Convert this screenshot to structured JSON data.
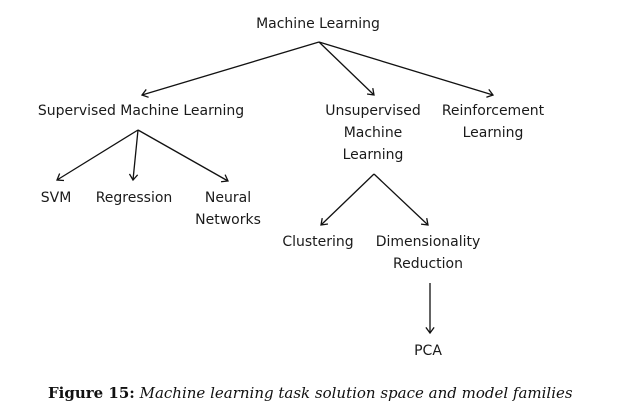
{
  "diagram": {
    "nodes": [
      {
        "id": "ml",
        "label": "Machine Learning"
      },
      {
        "id": "supervised",
        "label": "Supervised Machine Learning"
      },
      {
        "id": "unsupervised",
        "label": "Unsupervised\nMachine\nLearning"
      },
      {
        "id": "reinforcement",
        "label": "Reinforcement\nLearning"
      },
      {
        "id": "svm",
        "label": "SVM"
      },
      {
        "id": "regression",
        "label": "Regression"
      },
      {
        "id": "neural",
        "label": "Neural\nNetworks"
      },
      {
        "id": "clustering",
        "label": "Clustering"
      },
      {
        "id": "dimred",
        "label": "Dimensionality\nReduction"
      },
      {
        "id": "pca",
        "label": "PCA"
      }
    ],
    "edges": [
      {
        "from": "ml",
        "to": "supervised"
      },
      {
        "from": "ml",
        "to": "unsupervised"
      },
      {
        "from": "ml",
        "to": "reinforcement"
      },
      {
        "from": "supervised",
        "to": "svm"
      },
      {
        "from": "supervised",
        "to": "regression"
      },
      {
        "from": "supervised",
        "to": "neural"
      },
      {
        "from": "unsupervised",
        "to": "clustering"
      },
      {
        "from": "unsupervised",
        "to": "dimred"
      },
      {
        "from": "dimred",
        "to": "pca"
      }
    ]
  },
  "caption": {
    "label": "Figure 15:",
    "text": "Machine learning task solution space and model families"
  }
}
